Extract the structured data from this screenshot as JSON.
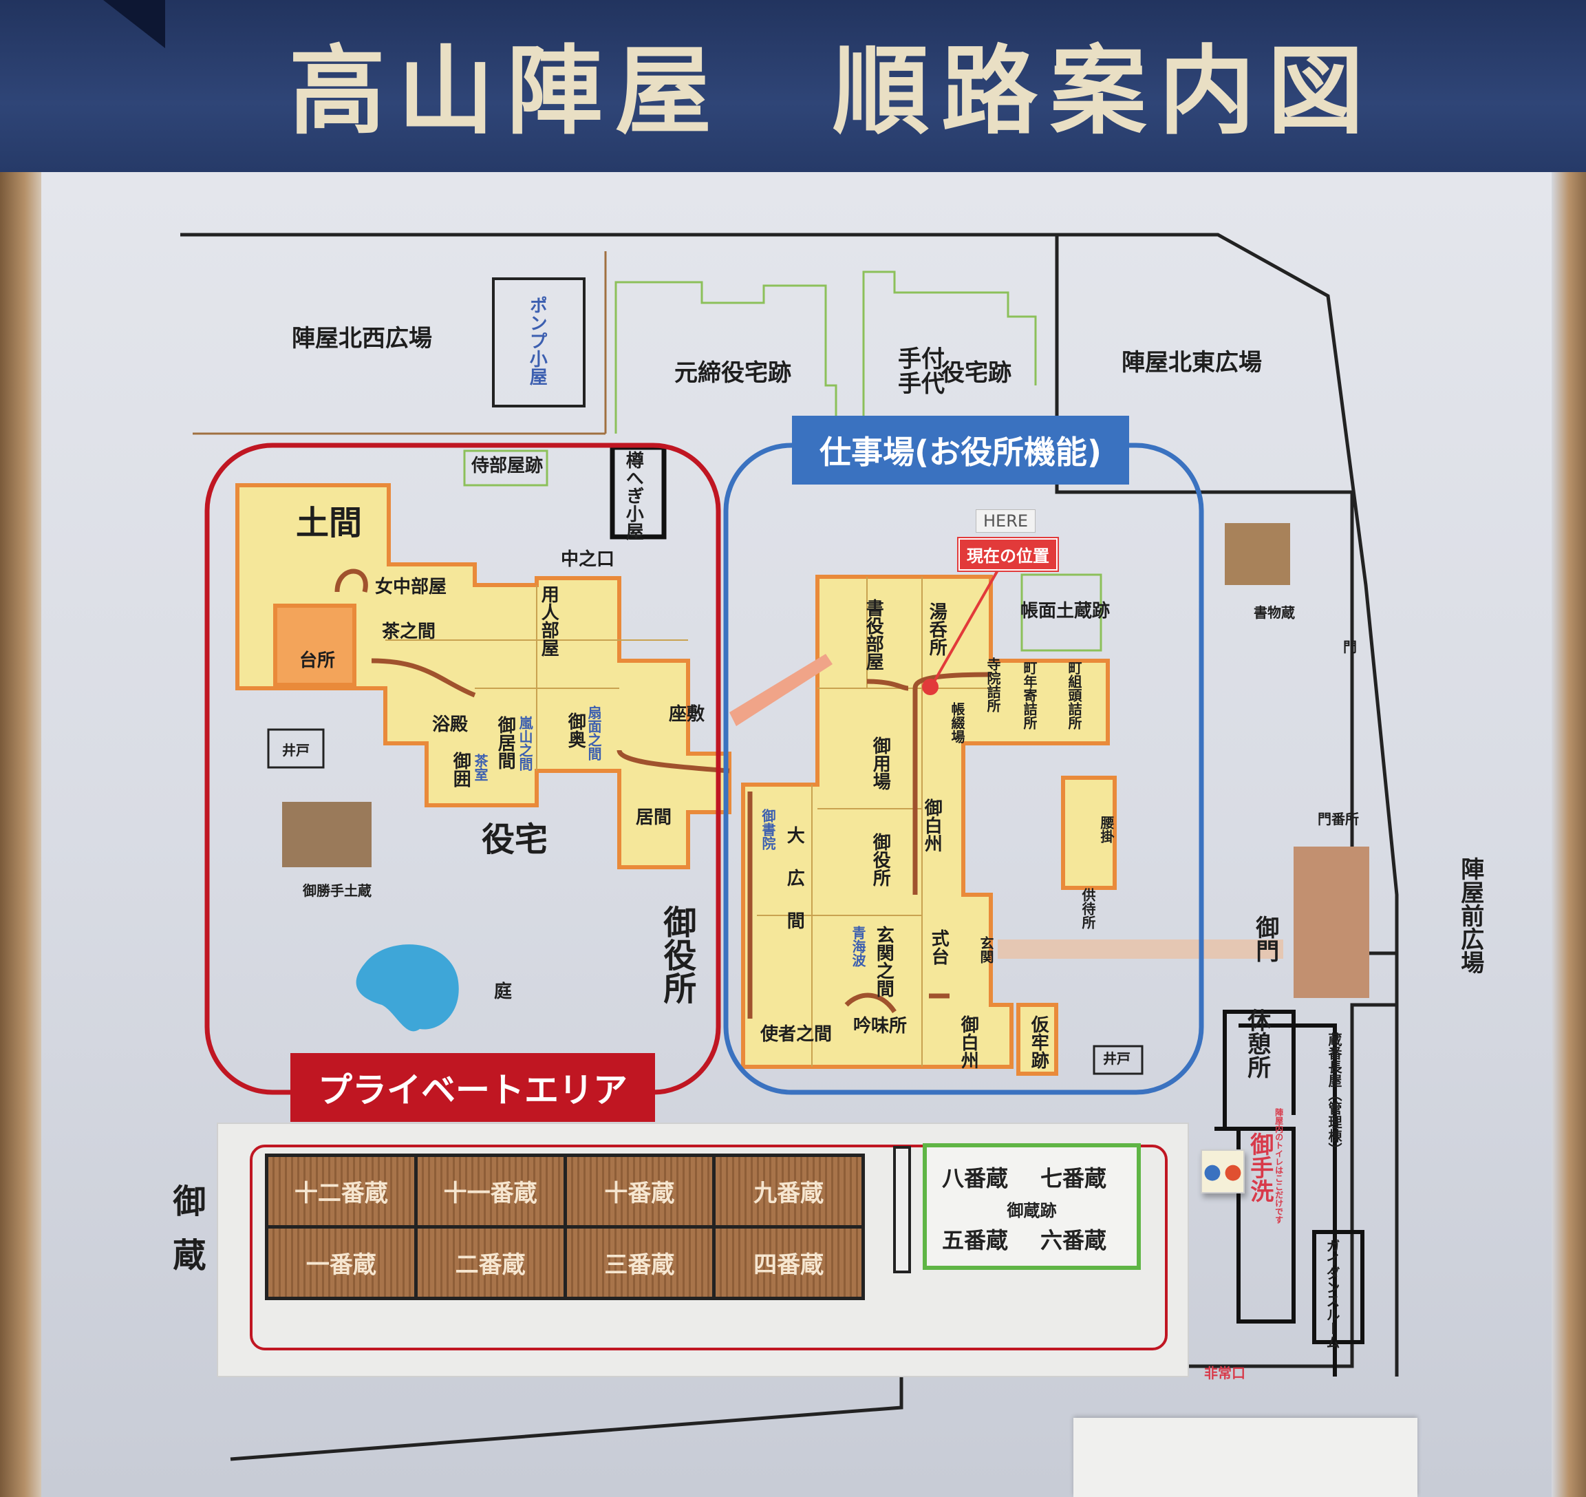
{
  "header": {
    "title": "高山陣屋　順路案内図"
  },
  "areas": {
    "private": "プライベートエリア",
    "office": "仕事場(お役所機能)"
  },
  "marker": {
    "here": "HERE",
    "current": "現在の位置"
  },
  "labels": [
    "陣屋北西広場",
    "ポンプ小屋",
    "元締役宅跡",
    "手付\n手代",
    "役宅跡",
    "陣屋北東広場",
    "侍部屋跡",
    "樽へぎ小屋",
    "中之口",
    "土間",
    "女中部屋",
    "茶之間",
    "台所",
    "用人部屋",
    "浴殿",
    "御居間",
    "嵐山之間",
    "御奥",
    "扇面之間",
    "座敷",
    "御囲",
    "茶室",
    "居間",
    "井戸",
    "役宅",
    "御勝手土蔵",
    "庭",
    "御役所",
    "書役部屋",
    "湯呑所",
    "帳面土蔵跡",
    "寺院詰所",
    "町年寄詰所",
    "町組頭詰所",
    "帳綴場",
    "御用場",
    "御白州",
    "御役所",
    "腰掛",
    "供待所",
    "御書院",
    "大広間",
    "青海波",
    "玄関之間",
    "式台",
    "玄関",
    "使者之間",
    "吟味所",
    "御白州",
    "仮牢跡",
    "井戸",
    "書物蔵",
    "門",
    "門番所",
    "御門",
    "陣屋前広場",
    "休憩所",
    "蔵番長屋（管理棟）",
    "御手洗",
    "陣屋内のトイレはここだけです",
    "ガイダンスルーム",
    "非常口",
    "御蔵"
  ],
  "storehouses": [
    "十二番蔵",
    "十一番蔵",
    "十番蔵",
    "九番蔵",
    "一番蔵",
    "二番蔵",
    "三番蔵",
    "四番蔵"
  ],
  "storehouse_site": {
    "cells": [
      "八番蔵",
      "七番蔵",
      "五番蔵",
      "六番蔵"
    ],
    "label": "御蔵跡"
  },
  "colors": {
    "header": "#2f4577",
    "private": "#c01622",
    "office": "#3a72c0",
    "building": "#f5e79a",
    "wall": "#e98a3a",
    "route": "#a0522d",
    "pond": "#3ea6d8"
  }
}
